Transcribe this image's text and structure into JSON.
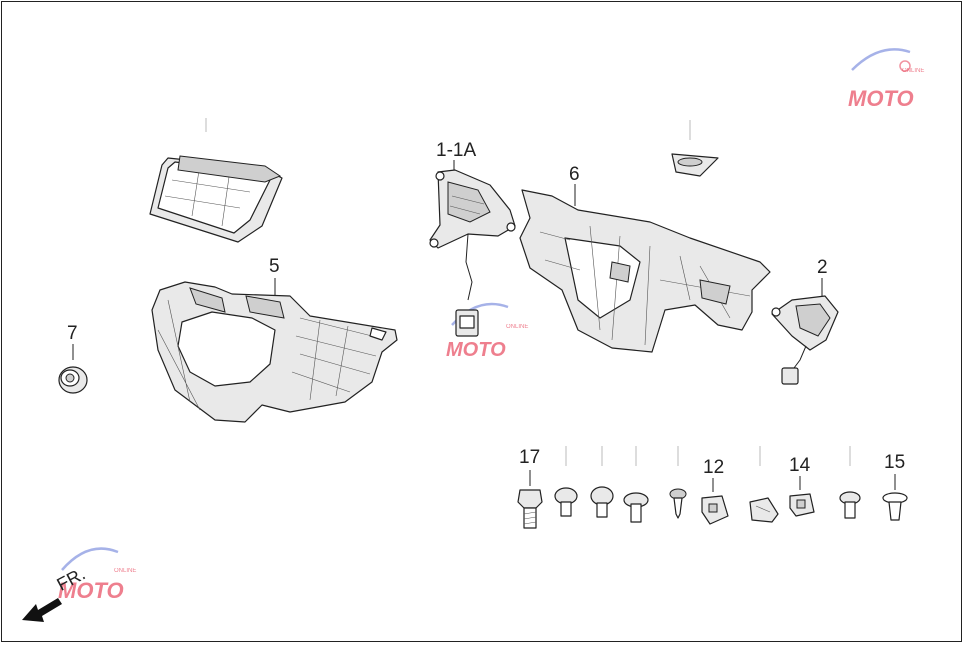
{
  "diagram": {
    "labels": {
      "part_1_1a": "1-1A",
      "part_2": "2",
      "part_5": "5",
      "part_6": "6",
      "part_7": "7",
      "part_12": "12",
      "part_14": "14",
      "part_15": "15",
      "part_17": "17"
    },
    "direction_label": "FR."
  },
  "watermark": {
    "text": "MOTO",
    "subtext": "ONLINE"
  }
}
